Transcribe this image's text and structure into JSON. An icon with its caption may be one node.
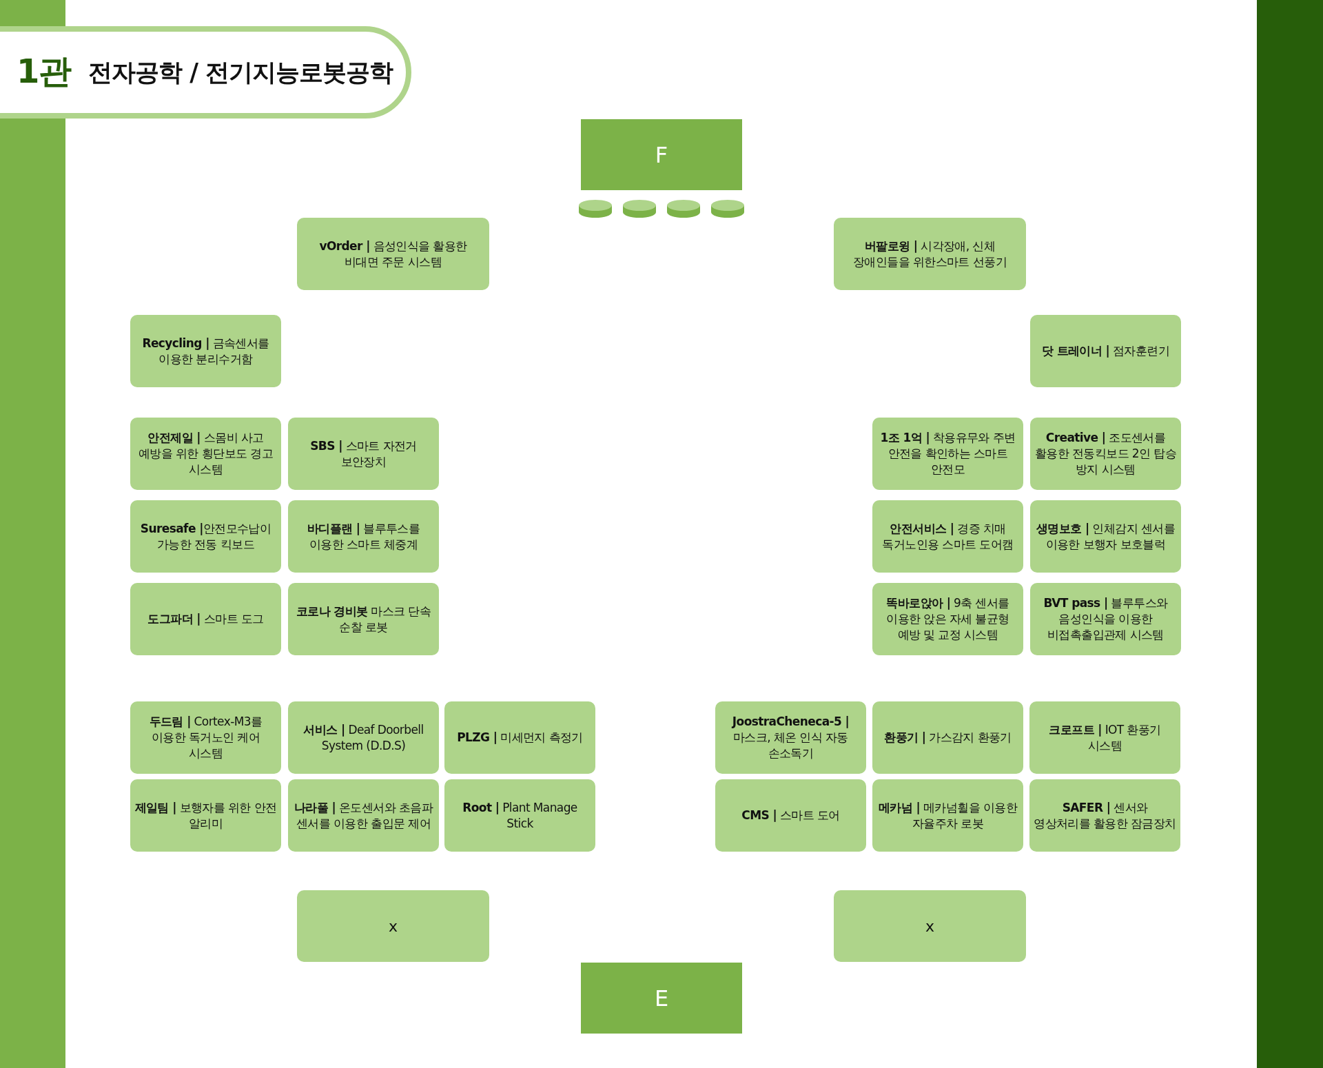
{
  "diagram": {
    "nodes": [
      {
        "text": [
          "F"
        ]
      },
      {
        "text": [
          "**vOrder |** 음성인식을 활용한 비대면 주문 시스템"
        ]
      },
      {
        "text": [
          "**버팔로윙 |** 시각장애, 신체 장애인들을 위한스마트 선풍기"
        ]
      },
      {
        "text": [
          "**Recycling |** 금속센서를 이용한 분리수거함"
        ]
      },
      {
        "text": [
          "**닷 트레이너 |** 점자훈련기"
        ]
      },
      {
        "text": [
          "**안전제일 |** 스몸비 사고 예방을 위한 횡단보도 경고 시스템"
        ]
      },
      {
        "text": [
          "**SBS |** 스마트 자전거 보안장치"
        ]
      },
      {
        "text": [
          "**1조 1억 |** 착용유무와 주변 안전을 확인하는 스마트 안전모"
        ]
      },
      {
        "text": [
          "**Creative |** 조도센서를 활용한 전동킥보드 2인 탑승 방지 시스템"
        ]
      },
      {
        "text": [
          "**Suresafe |**안전모수납이 가능한 전동 킥보드"
        ]
      },
      {
        "text": [
          "**바디플랜 |** 블루투스를 이용한 스마트 체중계"
        ]
      },
      {
        "text": [
          "**안전서비스 |** 경증 치매 독거노인용 스마트 도어캠"
        ]
      },
      {
        "text": [
          "**생명보호 |** 인체감지 센서를 이용한 보행자 보호블럭"
        ]
      },
      {
        "text": [
          "**도그파더 |** 스마트 도그"
        ]
      },
      {
        "text": [
          "**코로나 경비봇** 마스크 단속 순찰 로봇"
        ]
      },
      {
        "text": [
          "**똑바로앉아 |** 9축 센서를 이용한 앉은 자세 불균형 예방 및 교정 시스템"
        ]
      },
      {
        "text": [
          "**BVT pass |** 블루투스와 음성인식을 이용한 비접촉출입관제 시스템"
        ]
      },
      {
        "text": [
          "**두드림 |** Cortex-M3를 이용한 독거노인 케어 시스템"
        ]
      },
      {
        "text": [
          "**서비스 |** Deaf Doorbell System (D.D.S)"
        ]
      },
      {
        "text": [
          "**PLZG |** 미세먼지 측정기"
        ]
      },
      {
        "text": [
          "**JoostraCheneca-5 |** 마스크, 체온 인식 자동 손소독기"
        ]
      },
      {
        "text": [
          "**환풍기 |** 가스감지 환풍기"
        ]
      },
      {
        "text": [
          "**크로프트 |** IOT 환풍기 시스템"
        ]
      },
      {
        "text": [
          "**제일팀 |** 보행자를 위한 안전 알리미"
        ]
      },
      {
        "text": [
          "**나라풀 |** 온도센서와 초음파 센서를 이용한 출입문 제어"
        ]
      },
      {
        "text": [
          "**Root |** Plant Manage Stick"
        ]
      },
      {
        "text": [
          "**CMS |** 스마트 도어"
        ]
      },
      {
        "text": [
          "**메카넘 |** 메카넘휠을 이용한 자율주차 로봇"
        ]
      },
      {
        "text": [
          "**SAFER |** 센서와 영상처리를 활용한 잠금장치"
        ]
      },
      {
        "text": [
          "x"
        ]
      },
      {
        "text": [
          "x"
        ]
      },
      {
        "text": [
          "E"
        ]
      }
    ],
    "labels": [
      "1관",
      "전자공학 / 전기지능로봇공학"
    ]
  }
}
